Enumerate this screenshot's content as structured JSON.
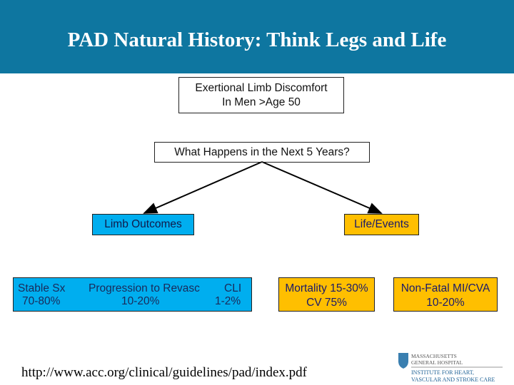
{
  "title": "PAD Natural History: Think Legs and Life",
  "root": {
    "line1": "Exertional Limb Discomfort",
    "line2": "In Men >Age 50"
  },
  "question": "What Happens in the Next 5 Years?",
  "limb": {
    "label": "Limb Outcomes",
    "stable": "Stable Sx",
    "stable_pct": "70-80%",
    "progression": "Progression to Revasc",
    "progression_pct": "10-20%",
    "cli": "CLI",
    "cli_pct": "1-2%"
  },
  "life": {
    "label": "Life/Events",
    "mortality": "Mortality 15-30%",
    "cv": "CV 75%",
    "nonfatal": "Non-Fatal MI/CVA",
    "nonfatal_pct": "10-20%"
  },
  "url": "http://www.acc.org/clinical/guidelines/pad/index.pdf",
  "logo": {
    "line1": "MASSACHUSETTS",
    "line2": "GENERAL HOSPITAL",
    "line3": "INSTITUTE FOR HEART,",
    "line4": "VASCULAR AND STROKE CARE"
  },
  "colors": {
    "header": "#0E76A0",
    "limb": "#00AEEF",
    "life": "#FFBF00"
  }
}
